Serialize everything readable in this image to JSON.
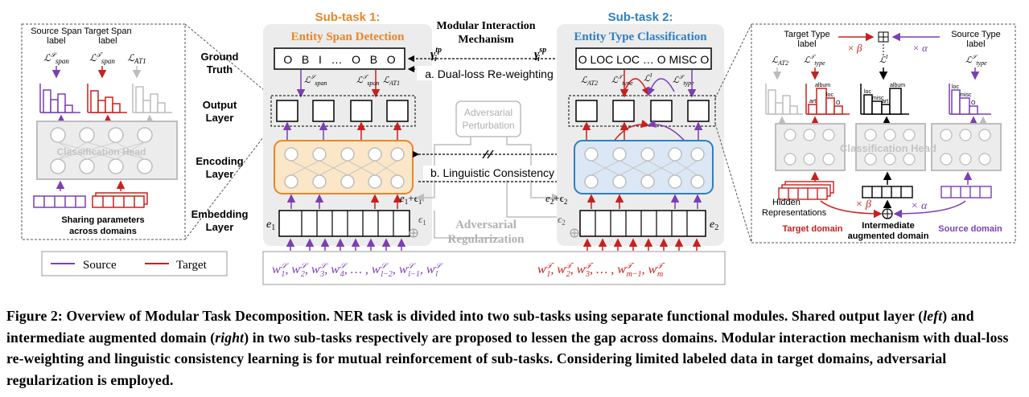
{
  "subtask1": {
    "title": "Sub-task 1:",
    "subtitle": "Entity Span Detection",
    "color": "#e8862a"
  },
  "subtask2": {
    "title": "Sub-task 2:",
    "subtitle": "Entity Type Classification",
    "color": "#2f7fc1"
  },
  "modular": {
    "line1": "Modular Interaction",
    "line2": "Mechanism"
  },
  "layers": {
    "ground": [
      "Ground",
      "Truth"
    ],
    "output": [
      "Output",
      "Layer"
    ],
    "encoding": [
      "Encoding",
      "Layer"
    ],
    "embedding": [
      "Embedding",
      "Layer"
    ]
  },
  "gt_span": "O   B   I   …   O   B   O",
  "gt_type": "O LOC LOC … O MISC O",
  "dual_loss": "a. Dual-loss Re-weighting",
  "linguistic": "b. Linguistic Consistency",
  "adv_perturb": [
    "Adversarial",
    "Perturbation"
  ],
  "adv_reg": [
    "Adversarial",
    "Regularization"
  ],
  "classification_head": "Classification Head",
  "left_panel": {
    "source_label": [
      "Source Span",
      "label"
    ],
    "target_label": [
      "Target Span",
      "label"
    ],
    "sharing": [
      "Sharing parameters",
      "across domains"
    ]
  },
  "right_panel": {
    "target_label": [
      "Target Type",
      "label"
    ],
    "source_label": [
      "Source Type",
      "label"
    ],
    "hidden": [
      "Hidden",
      "Representations"
    ],
    "target_domain": "Target domain",
    "source_domain": "Source domain",
    "intermediate": [
      "Intermediate",
      "augmented domain"
    ],
    "bars_target": [
      "art",
      "album",
      "loc",
      "O"
    ],
    "bars_mid": [
      "loc",
      "misc",
      "art",
      "album"
    ],
    "bars_source": [
      "loc",
      "misc",
      "O"
    ]
  },
  "legend": {
    "source": "Source",
    "target": "Target"
  },
  "colors": {
    "source": "#7b3fb3",
    "target": "#c8201e",
    "gray": "#bdbdbd",
    "orange": "#e8862a",
    "blue": "#2f7fc1"
  },
  "caption": {
    "p1": "Figure 2: Overview of Modular Task Decomposition. NER task is divided into two sub-tasks using separate functional modules. Shared output layer (",
    "left": "left",
    "p2": ") and intermediate augmented domain (",
    "right": "right",
    "p3": ") in two sub-tasks respectively are proposed to lessen the gap across domains. Modular interaction mechanism with dual-loss re-weighting and linguistic consistency learning is for mutual reinforcement of sub-tasks. Considering limited labeled data in target domains, adversarial regularization is employed."
  }
}
